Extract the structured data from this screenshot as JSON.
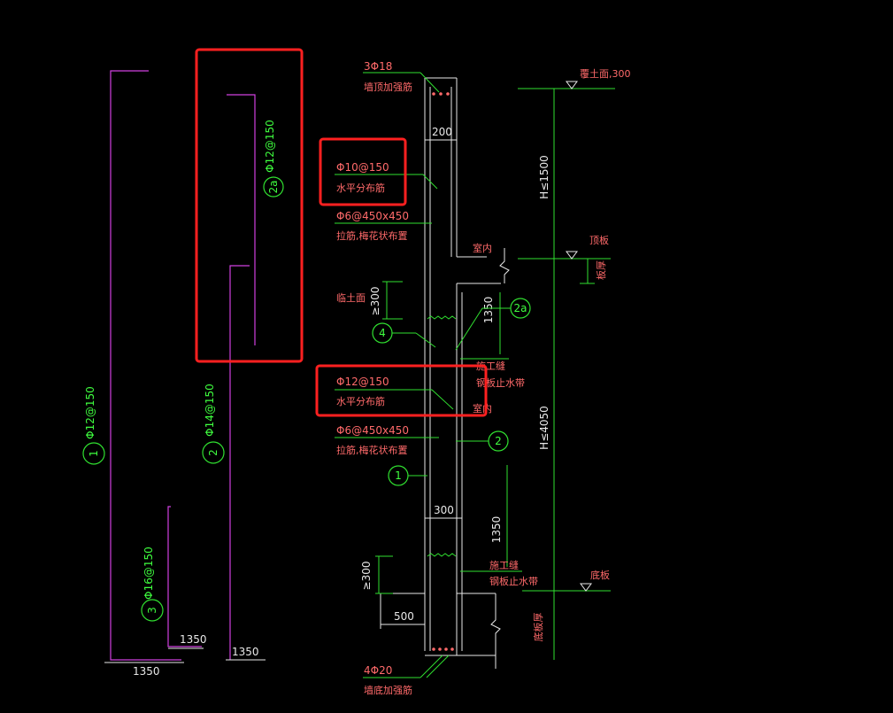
{
  "bars": {
    "bar1": {
      "callout": "1",
      "spec": "Φ12@150",
      "dim": "1350"
    },
    "bar2": {
      "callout": "2",
      "spec": "Φ14@150",
      "dim": "1350"
    },
    "bar2a": {
      "callout": "2a",
      "spec": "Φ12@150"
    },
    "bar3": {
      "callout": "3",
      "spec": "Φ16@150",
      "dim": "1350"
    }
  },
  "section": {
    "top_rebar": "3Φ18",
    "top_rebar_note": "墙顶加强筋",
    "upper_horiz": {
      "spec": "Φ10@150",
      "note": "水平分布筋"
    },
    "upper_tie": {
      "spec": "Φ6@450x450",
      "note": "拉筋,梅花状布置"
    },
    "lower_horiz": {
      "spec": "Φ12@150",
      "note": "水平分布筋"
    },
    "lower_tie": {
      "spec": "Φ6@450x450",
      "note": "拉筋,梅花状布置"
    },
    "bottom_rebar": "4Φ20",
    "bottom_rebar_note": "墙底加强筋",
    "upper_width": "200",
    "lower_width": "300",
    "footing_width": "500",
    "lap1": "≥300",
    "lap2": "≥300",
    "len_1350_a": "1350",
    "len_1350_b": "1350",
    "temp_ground": "临土面",
    "indoor_1": "室内",
    "indoor_2": "室内",
    "joint1": "施工缝",
    "joint1_b": "钢板止水带",
    "joint2": "施工缝",
    "joint2_b": "钢板止水带",
    "callout_4": "4",
    "callout_2a": "2a",
    "callout_2": "2",
    "callout_1": "1"
  },
  "elevation": {
    "top": "覆土面,300",
    "h_upper": "H≤1500",
    "h_lower": "H≤4050",
    "roof": "顶板",
    "roof_thk": "板厚",
    "base": "底板",
    "base_thk": "底板厚"
  },
  "colors": {
    "bar": "#d040e0",
    "text": "#ff6a6a",
    "dim": "#e8e8e8",
    "line": "#30e030",
    "highlight": "#ff2020"
  }
}
